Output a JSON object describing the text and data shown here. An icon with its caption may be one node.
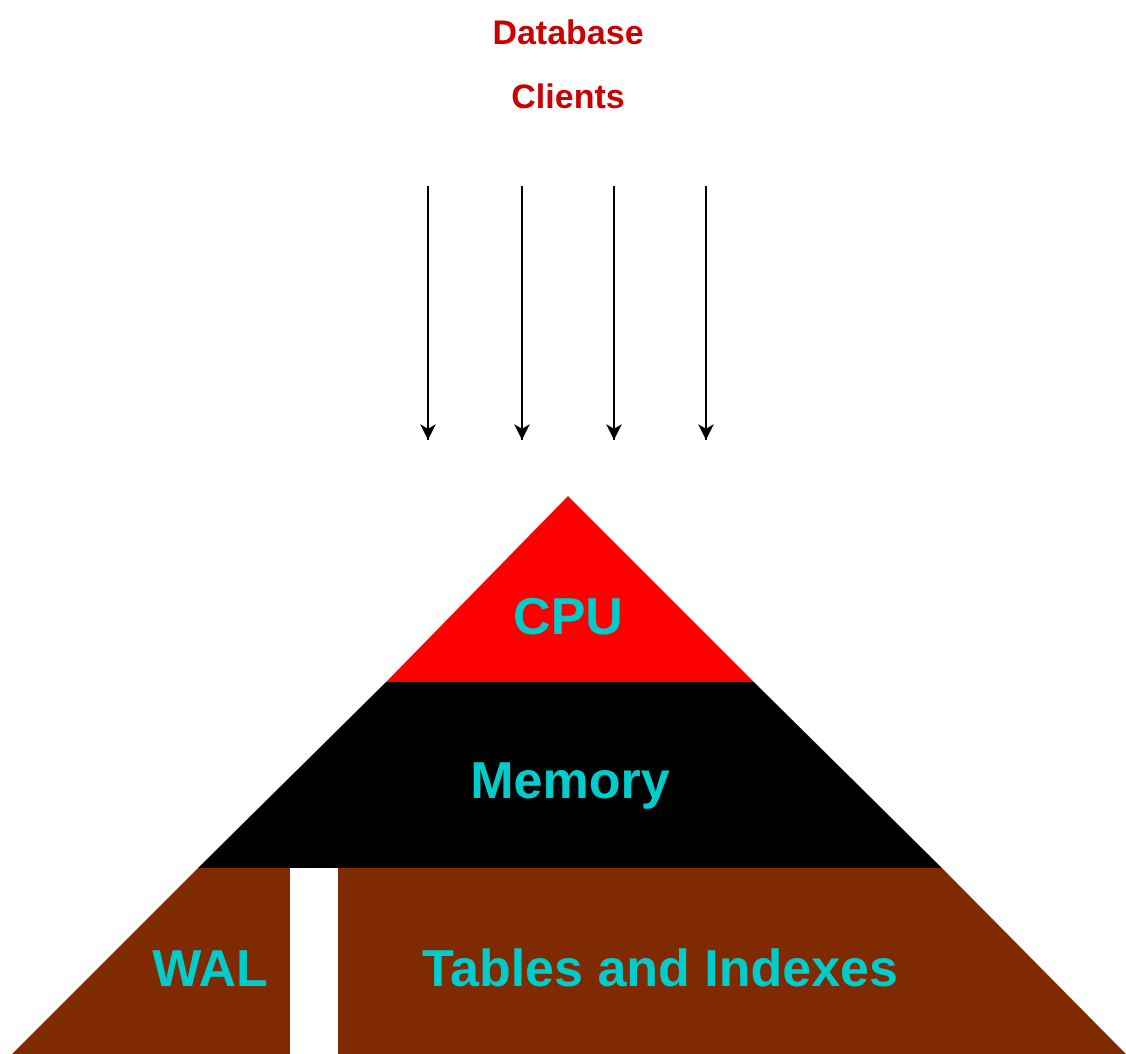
{
  "diagram": {
    "nodes": [
      {
        "text": [
          "CPU"
        ]
      },
      {
        "text": [
          "Memory"
        ]
      },
      {
        "text": [
          "WAL"
        ]
      },
      {
        "text": [
          "Tables and Indexes"
        ]
      }
    ],
    "labels": [
      "Database Clients"
    ]
  }
}
